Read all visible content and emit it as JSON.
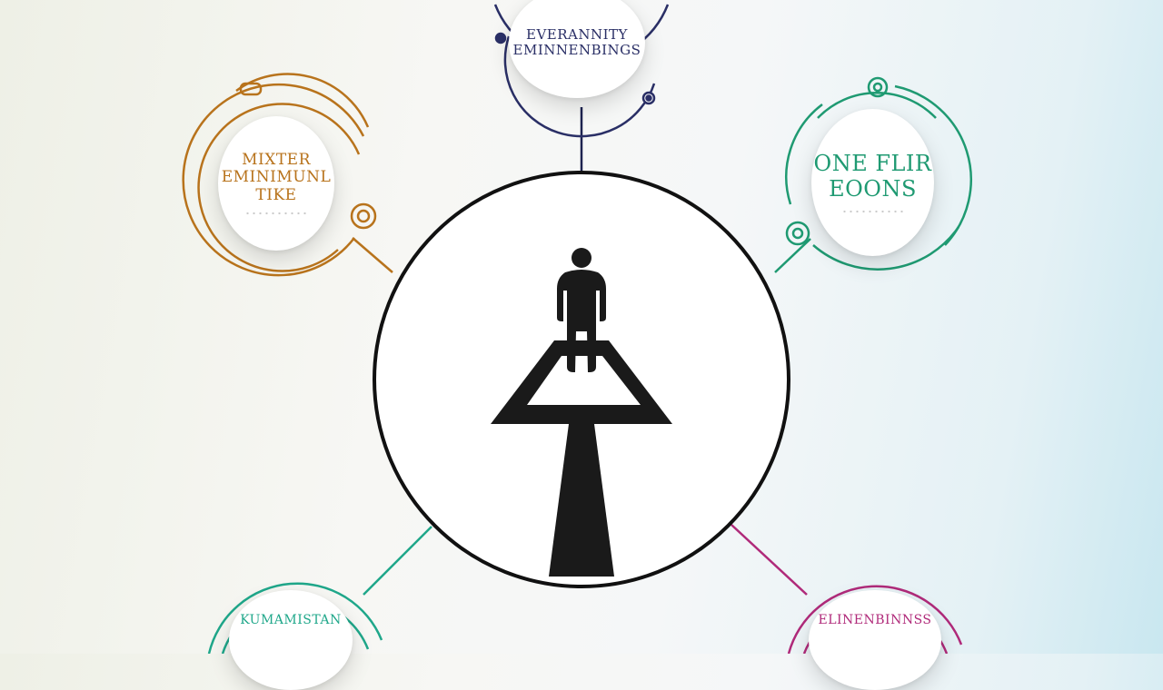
{
  "center": {
    "icon": "person-standing-on-path-icon"
  },
  "nodes": [
    {
      "label": "EVERANNITY\nEMINNENBINGS",
      "color": "#2a2f66"
    },
    {
      "label": "MIXTER\nEMINIMUNL\nTIKE",
      "color": "#b8731c"
    },
    {
      "label": "ONE FLIR\nEOONS",
      "color": "#1f9a72"
    },
    {
      "label": "KUMAMISTAN",
      "color": "#1fa78a"
    },
    {
      "label": "ELINENBINNSS",
      "color": "#b02a7a"
    }
  ]
}
